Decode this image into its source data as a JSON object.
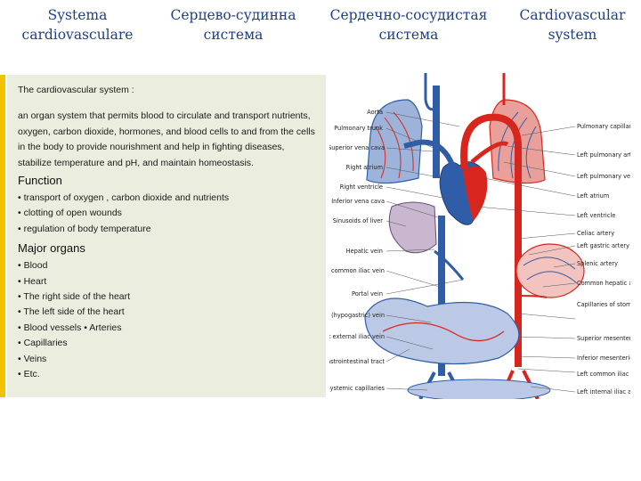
{
  "titles": [
    "Systema\ncardiovasculare",
    "Серцево-судинна\nсистема",
    "Сердечно-сосудистая\nсистема",
    "Cardiovascular\nsystem"
  ],
  "panel": {
    "intro": "The cardiovascular system :",
    "definition": "an organ system that permits blood to circulate and transport nutrients, oxygen, carbon dioxide, hormones, and blood cells to and from the cells in the body to provide nourishment and help in fighting diseases, stabilize temperature and pH, and maintain homeostasis.",
    "function_heading": "Function",
    "function_items": [
      "• transport of oxygen , carbon dioxide and nutrients",
      "• clotting of open wounds",
      "• regulation of body temperature"
    ],
    "organs_heading": "Major organs",
    "organs_items": [
      "• Blood",
      "• Heart",
      "• The right side of the heart",
      "• The left side of the heart",
      "• Blood vessels • Arteries",
      "• Capillaries",
      "• Veins",
      "• Etc."
    ]
  },
  "diagram": {
    "left_labels": [
      "Aorta",
      "Pulmonary trunk",
      "Superior vena cava",
      "Right atrium",
      "Right ventricle",
      "Inferior vena cava",
      "Sinusoids of liver",
      "Hepatic vein",
      "Right common iliac vein",
      "Portal vein",
      "Right internal iliac (hypogastric) vein",
      "Right external iliac vein",
      "Systemic capillaries of gastrointestinal tract",
      "Systemic capillaries"
    ],
    "right_labels": [
      "Pulmonary capillaries of left lung",
      "Left pulmonary artery",
      "Left pulmonary veins",
      "Left atrium",
      "Left ventricle",
      "Celiac artery",
      "Left gastric artery",
      "Splenic artery",
      "Common hepatic artery",
      "Capillaries of stomach",
      "Superior mesenteric artery",
      "Inferior mesenteric artery",
      "Left common iliac artery",
      "Left internal iliac artery"
    ],
    "colors": {
      "artery": "#d8261e",
      "vein": "#2f5da8",
      "title": "#1f3f8a",
      "panel": "#ebeedf",
      "accent": "#f2c400"
    }
  }
}
